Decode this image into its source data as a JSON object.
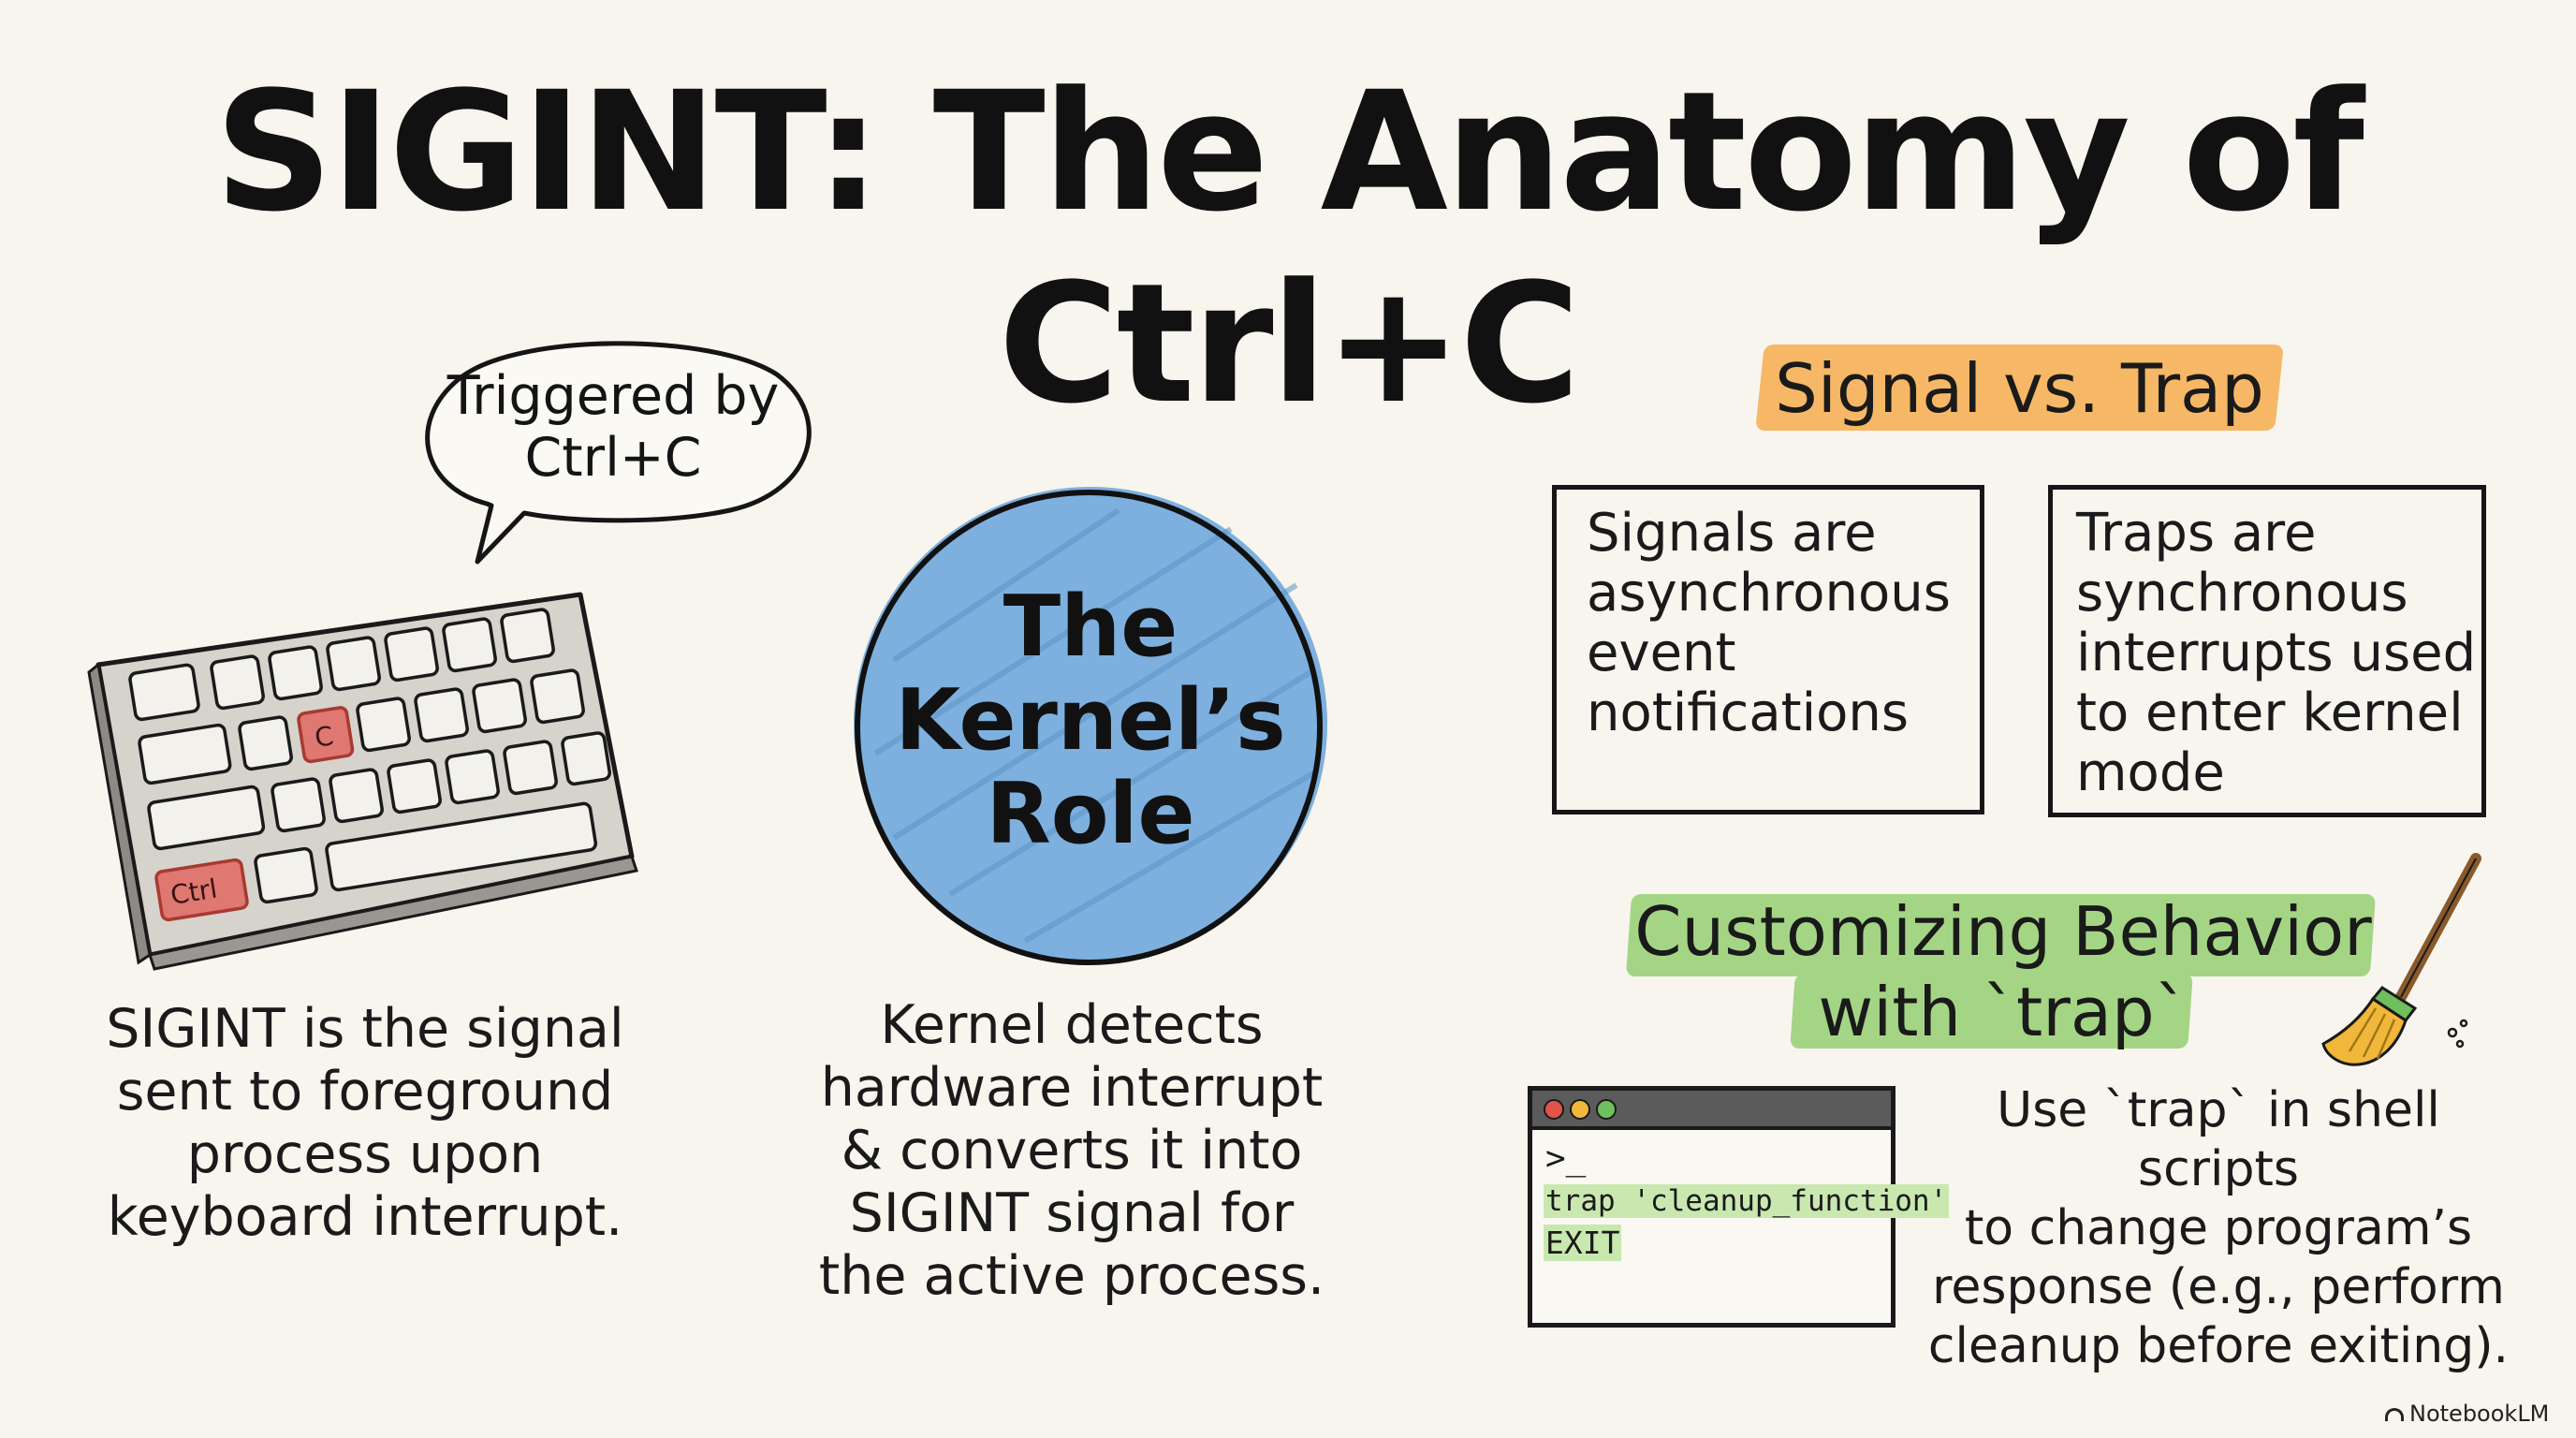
{
  "title": "SIGINT: The Anatomy of Ctrl+C",
  "speech_bubble": {
    "line1": "Triggered by",
    "line2": "Ctrl+C"
  },
  "keyboard": {
    "highlighted_key_c": "C",
    "highlighted_key_ctrl": "Ctrl",
    "highlight_color": "#e05a50"
  },
  "left_caption": {
    "line1": "SIGINT is the signal",
    "line2": "sent to foreground",
    "line3": "process upon",
    "line4": "keyboard interrupt."
  },
  "kernel_circle": {
    "line1": "The",
    "line2": "Kernel’s",
    "line3": "Role",
    "fill_color": "#72a9dc"
  },
  "middle_caption": {
    "line1": "Kernel detects",
    "line2": "hardware interrupt",
    "line3": "& converts it into",
    "line4": "SIGINT signal for",
    "line5": "the active process."
  },
  "signal_vs_trap": {
    "heading": "Signal vs. Trap",
    "heading_highlight_color": "#f6b866",
    "signals_box": [
      "Signals are",
      "asynchronous",
      "event",
      "notifications"
    ],
    "traps_box": [
      "Traps are",
      "synchronous",
      "interrupts used",
      "to enter kernel",
      "mode"
    ]
  },
  "customizing": {
    "heading_line1": "Customizing Behavior",
    "heading_line2": "with `trap`",
    "heading_highlight_color": "#a4d585",
    "terminal": {
      "prompt": ">_",
      "command_line1": "trap 'cleanup_function'",
      "command_line2": "EXIT"
    },
    "description": [
      "Use `trap` in shell scripts",
      "to change program’s",
      "response (e.g., perform",
      "cleanup before exiting)."
    ],
    "broom_icon": "broom-icon"
  },
  "footer": {
    "brand": "NotebookLM"
  }
}
